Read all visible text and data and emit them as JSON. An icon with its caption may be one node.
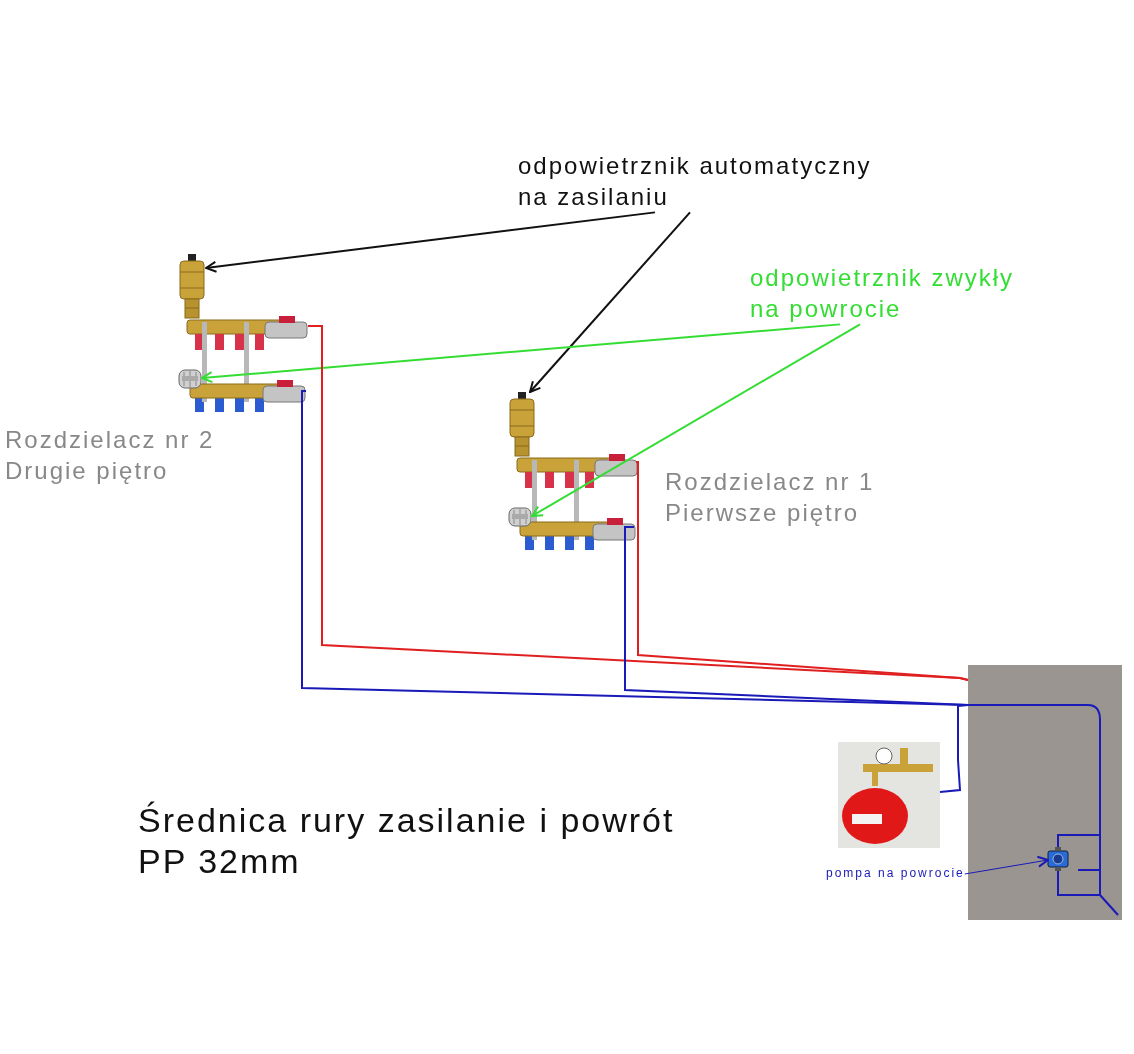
{
  "diagram": {
    "nodes": [
      {
        "text": [
          "odpowietrznik automatyczny na zasilaniu"
        ]
      },
      {
        "text": [
          "odpowietrznik zwykły na powrocie"
        ]
      },
      {
        "text": [],
        "shape": "picture",
        "beside": [
          "Rozdzielacz nr 2 Drugie piętro"
        ]
      },
      {
        "text": [],
        "shape": "picture"
      },
      {
        "text": [],
        "shape": "picture",
        "in": 2
      },
      {
        "text": [],
        "shape": "picture",
        "beside": [
          "Rozdzielacz nr 1 Pierwsze piętro"
        ]
      },
      {
        "text": [],
        "shape": "picture"
      },
      {
        "text": [],
        "shape": "picture",
        "in": 5
      },
      {
        "text": [],
        "shape": "picture"
      },
      {
        "text": [],
        "shape": "picture",
        "in": 8
      },
      {
        "text": [],
        "shape": "picture"
      },
      {
        "text": [
          "pompa na powrocie"
        ]
      }
    ],
    "edges": [
      {
        "from": 0,
        "to": 3,
        "arrow": "to",
        "color": "#111111"
      },
      {
        "from": 0,
        "to": 6,
        "arrow": "to",
        "color": "#111111"
      },
      {
        "from": 1,
        "to": 4,
        "arrow": "to",
        "color": "#33dd33"
      },
      {
        "from": 1,
        "to": 7,
        "arrow": "to",
        "color": "#33dd33"
      },
      {
        "from": 2,
        "to": 8,
        "arrow": "none",
        "color": "#e02020"
      },
      {
        "from": 2,
        "to": 8,
        "arrow": "none",
        "color": "#1a1ab8"
      },
      {
        "from": 5,
        "to": 8,
        "arrow": "none",
        "color": "#e02020"
      },
      {
        "from": 5,
        "to": 8,
        "arrow": "none",
        "color": "#1a1ab8"
      },
      {
        "from": 10,
        "to": 8,
        "arrow": "none",
        "color": "#1a1ab8"
      },
      {
        "from": 11,
        "to": 9,
        "arrow": "to",
        "color": "#1a1ab8"
      }
    ],
    "labels": [
      "Średnica rury zasilanie i powrót PP 32mm"
    ]
  }
}
